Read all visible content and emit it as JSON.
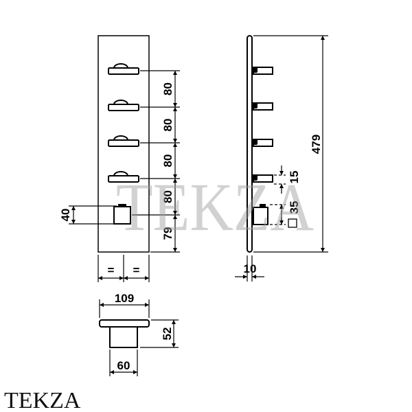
{
  "brand": {
    "watermark_text": "TEKZA",
    "logo_text": "TEKZA"
  },
  "front_view": {
    "spacing": [
      "80",
      "80",
      "80",
      "80",
      "79"
    ],
    "knob_height": "40",
    "halves": [
      "=",
      "="
    ]
  },
  "side_view": {
    "overall_height": "479",
    "handle_thickness": "15",
    "knob_size": "35",
    "plate_thickness": "10"
  },
  "top_view": {
    "plate_width": "109",
    "projection": "52",
    "knob_width": "60"
  },
  "icons": [
    "square-symbol-icon"
  ],
  "colors": {
    "line": "#000000",
    "watermark": "#9a9a9a",
    "background": "#ffffff"
  }
}
